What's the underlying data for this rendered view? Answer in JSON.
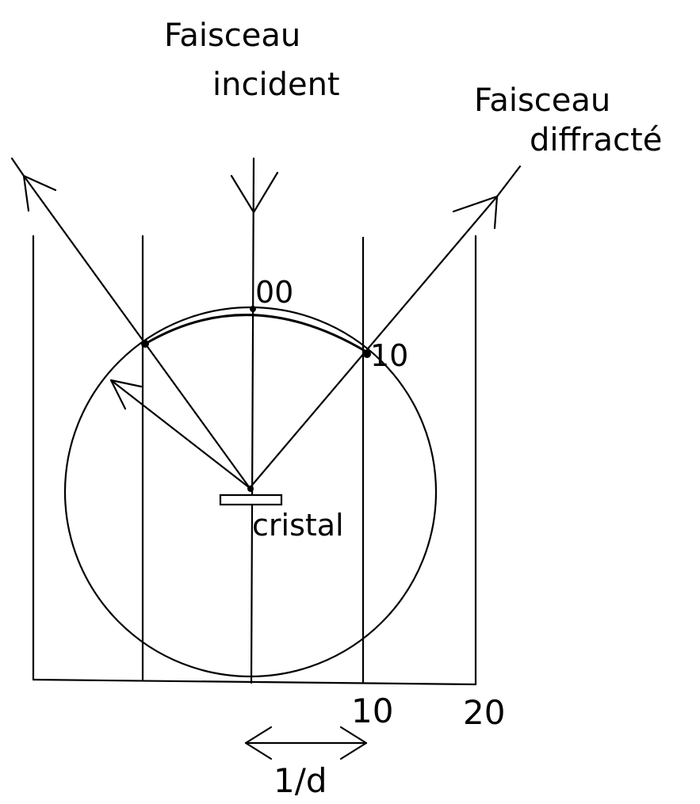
{
  "labels": {
    "incident_beam_line1": "Faisceau",
    "incident_beam_line2": "incident",
    "diffracted_beam_line1": "Faisceau",
    "diffracted_beam_line2": "diffracté",
    "origin_spot": "00",
    "diffracted_spot": "10",
    "crystal": "cristal",
    "axis_tick_10": "10",
    "axis_tick_20": "20",
    "spacing": "1/d"
  }
}
